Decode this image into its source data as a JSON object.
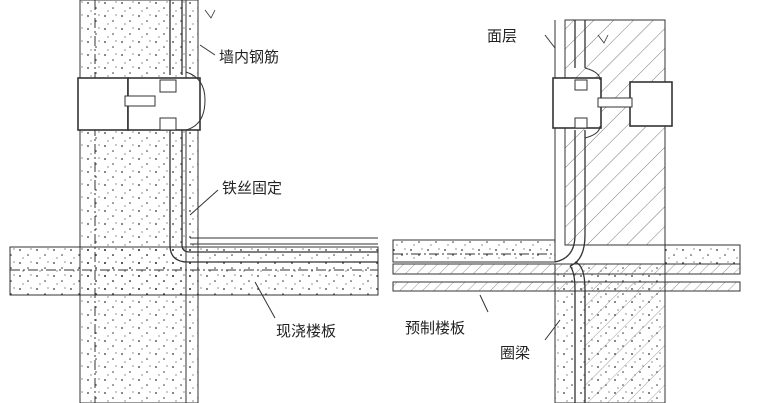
{
  "left_detail": {
    "labels": {
      "wall_rebar": "墙内钢筋",
      "wire_fixing": "铁丝固定",
      "cast_in_place_slab": "现浇楼板"
    }
  },
  "right_detail": {
    "labels": {
      "surface_layer": "面层",
      "precast_slab": "预制楼板",
      "ring_beam": "圈梁"
    }
  },
  "colors": {
    "line": "#333333",
    "background": "#ffffff"
  }
}
